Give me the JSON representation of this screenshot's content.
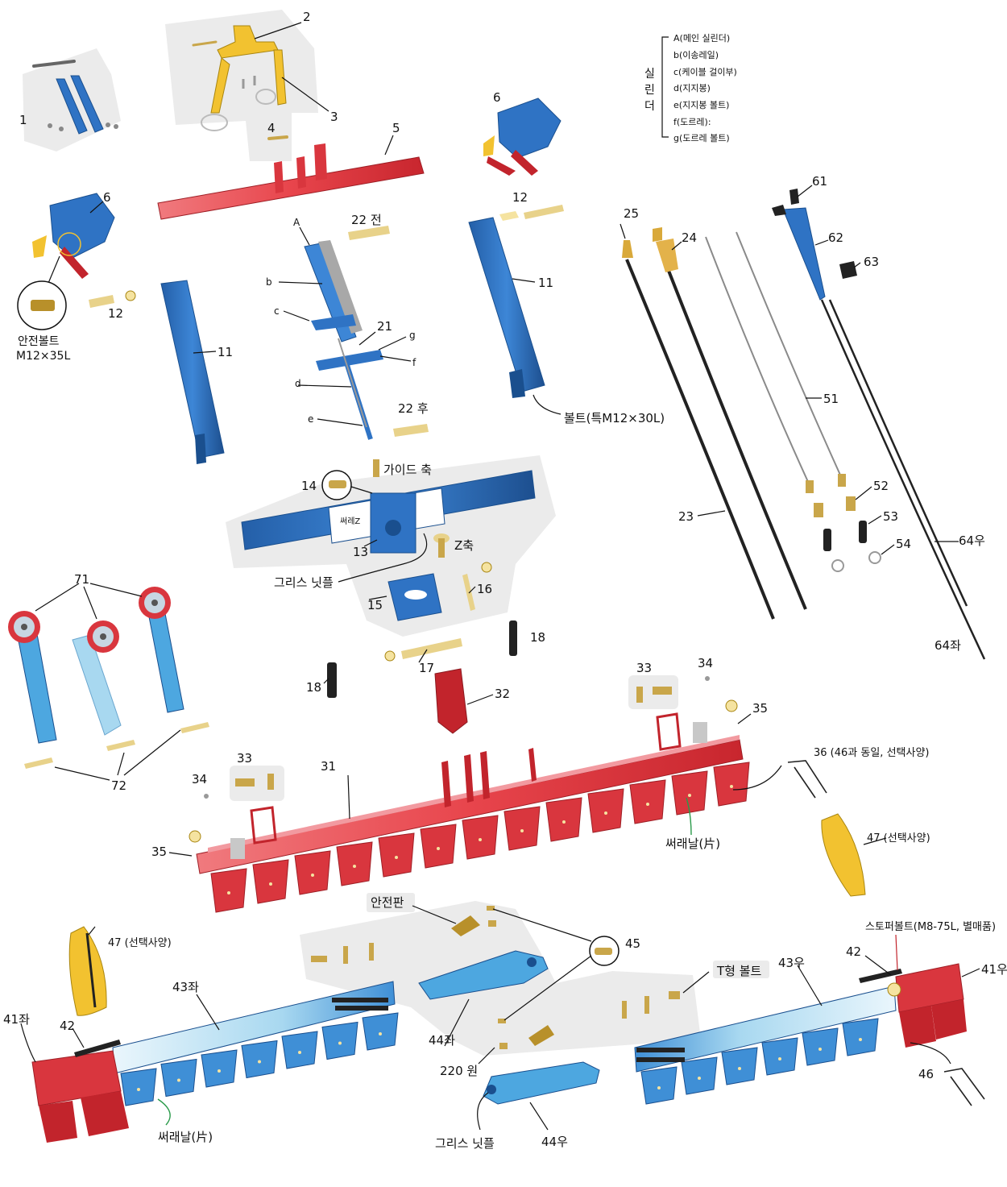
{
  "colors": {
    "red": "#d9363e",
    "red_dark": "#9e1f26",
    "blue": "#2f73c4",
    "blue_dark": "#1a4f8e",
    "light_blue": "#a8d8f0",
    "yellow": "#f2c230",
    "gray_panel": "#ebebeb",
    "cable": "#222222",
    "wire": "#8a8a8a",
    "green_leader": "#2a9a4a"
  },
  "icons": [
    "bolt-icon",
    "pin-icon",
    "spring-icon",
    "pulley-icon",
    "grease-nipple-icon",
    "wire-clip-icon",
    "nut-icon"
  ],
  "legend": {
    "title": "실린더",
    "items": [
      "A(메인 실린더)",
      "b(이송레일)",
      "c(케이블 걸이부)",
      "d(지지봉)",
      "e(지지봉 볼트)",
      "f(도르레):",
      "g(도르레 볼트)"
    ]
  },
  "labels": {
    "p1": "1",
    "p2": "2",
    "p3": "3",
    "p4": "4",
    "p5": "5",
    "p6a": "6",
    "p6b": "6",
    "safety_bolt": "안전볼트",
    "safety_bolt_size": "M12×35L",
    "p12a": "12",
    "p12b": "12",
    "p11a": "11",
    "p11b": "11",
    "A": "A",
    "b": "b",
    "c": "c",
    "d": "d",
    "e": "e",
    "f": "f",
    "g": "g",
    "p21": "21",
    "p22_front": "22 전",
    "p22_rear": "22 후",
    "special_bolt": "볼트(특M12×30L)",
    "p25": "25",
    "p24": "24",
    "p61": "61",
    "p62": "62",
    "p63": "63",
    "p51": "51",
    "p52": "52",
    "p53": "53",
    "p54": "54",
    "p23": "23",
    "p64_right": "64우",
    "p64_left": "64좌",
    "p14": "14",
    "guide_shaft": "가이드 축",
    "p13": "13",
    "z_shaft": "Z축",
    "grease_nipple_a": "그리스 닛플",
    "p15": "15",
    "p16": "16",
    "p17": "17",
    "p18a": "18",
    "p18b": "18",
    "p71": "71",
    "p72": "72",
    "p32": "32",
    "p33a": "33",
    "p33b": "33",
    "p34a": "34",
    "p34b": "34",
    "p35a": "35",
    "p35b": "35",
    "p31": "31",
    "p36": "36 (46과 동일, 선택사양)",
    "tine_a": "써래날(片)",
    "p47a": "47 (선택사양)",
    "p47b": "47 (선택사양)",
    "safety_plate": "안전판",
    "p45": "45",
    "stopper_bolt": "스토퍼볼트(M8-75L, 별매품)",
    "t_bolt": "T형 볼트",
    "p43_right": "43우",
    "p42a": "42",
    "p42b": "42",
    "p41_right": "41우",
    "p41_left": "41좌",
    "p43_left": "43좌",
    "p44_left": "44좌",
    "p220": "220 원",
    "grease_nipple_b": "그리스 닛플",
    "p44_right": "44우",
    "p46": "46",
    "tine_b": "써래날(片)"
  },
  "decal": {
    "logo": "써레Z"
  }
}
